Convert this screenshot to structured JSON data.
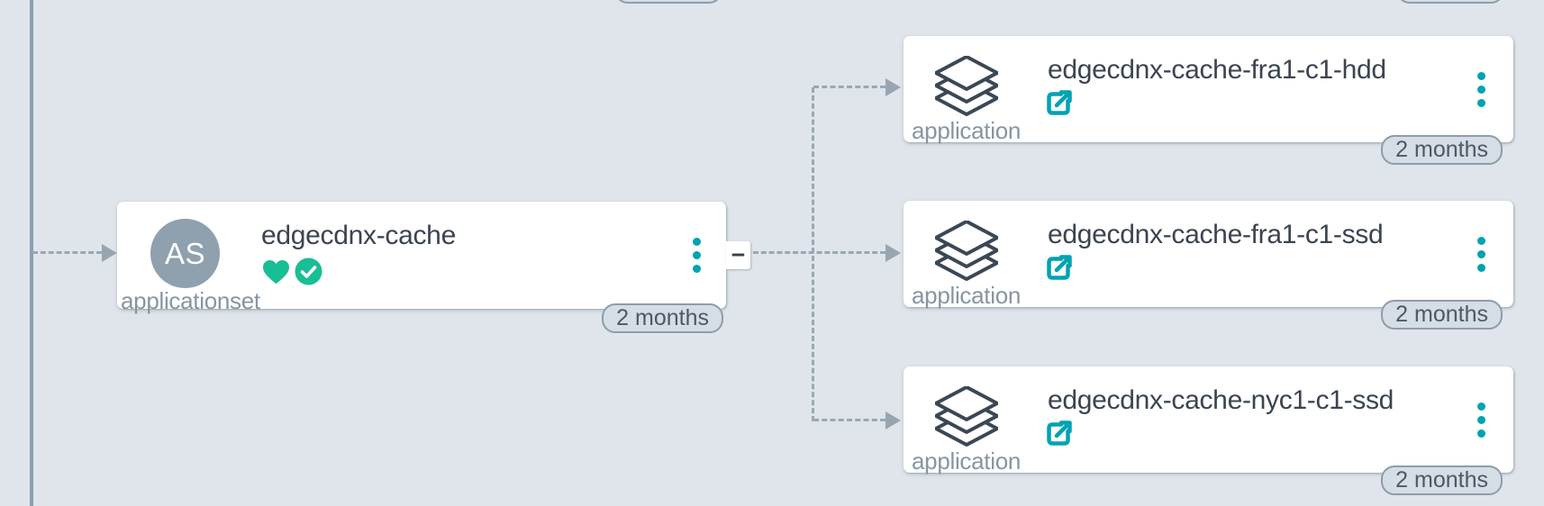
{
  "colors": {
    "background": "#dfe5eb",
    "accent_teal": "#00a2b3",
    "health_green": "#18be94",
    "node_text": "#3b4451",
    "muted_text": "#8795a3",
    "badge_fill": "#d5dde5",
    "badge_border": "#8d9dab",
    "connector": "#9aa8b4",
    "avatar_gray": "#8fa0ae"
  },
  "appset": {
    "avatar_initials": "AS",
    "title": "edgecdnx-cache",
    "kind_label": "applicationset",
    "age_badge": "2 months",
    "collapse_button": "−",
    "health_icon": "heart-icon",
    "sync_icon": "check-circle-icon"
  },
  "apps": [
    {
      "title": "edgecdnx-cache-fra1-c1-hdd",
      "kind_label": "application",
      "age_badge": "2 months"
    },
    {
      "title": "edgecdnx-cache-fra1-c1-ssd",
      "kind_label": "application",
      "age_badge": "2 months"
    },
    {
      "title": "edgecdnx-cache-nyc1-c1-ssd",
      "kind_label": "application",
      "age_badge": "2 months"
    }
  ]
}
